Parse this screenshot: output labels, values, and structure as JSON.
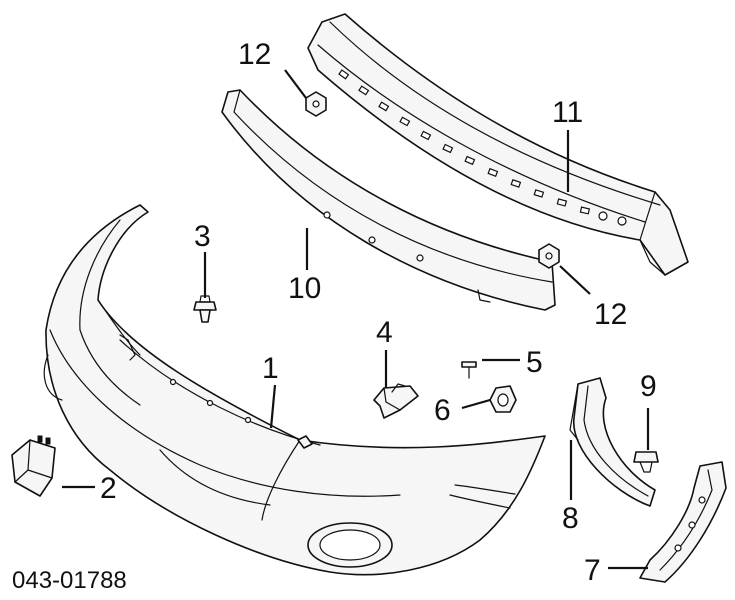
{
  "diagram": {
    "catalog_number": "043-01788",
    "callouts": [
      {
        "id": "callout-1",
        "label": "1"
      },
      {
        "id": "callout-2",
        "label": "2"
      },
      {
        "id": "callout-3",
        "label": "3"
      },
      {
        "id": "callout-4",
        "label": "4"
      },
      {
        "id": "callout-5",
        "label": "5"
      },
      {
        "id": "callout-6",
        "label": "6"
      },
      {
        "id": "callout-7",
        "label": "7"
      },
      {
        "id": "callout-8",
        "label": "8"
      },
      {
        "id": "callout-9",
        "label": "9"
      },
      {
        "id": "callout-10",
        "label": "10"
      },
      {
        "id": "callout-11",
        "label": "11"
      },
      {
        "id": "callout-12a",
        "label": "12"
      },
      {
        "id": "callout-12b",
        "label": "12"
      }
    ]
  }
}
